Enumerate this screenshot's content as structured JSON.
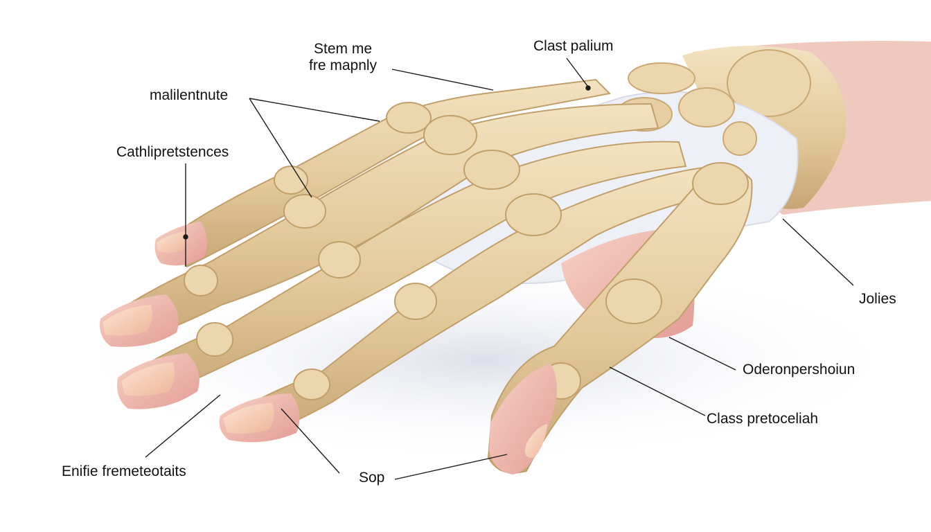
{
  "diagram": {
    "labels": {
      "stem_me": [
        "Stem me",
        "fre mapnly"
      ],
      "clast_palium": "Clast palium",
      "malilentnute": "malilentnute",
      "cathlipretstences": "Cathlipretstences",
      "jolies": "Jolies",
      "oderonpershoiun": "Oderonpershoiun",
      "class_pretoceliah": "Class pretoceliah",
      "enifie": "Enifie fremeteotaits",
      "sop": "Sop"
    },
    "colors": {
      "bone": "#e6cfa4",
      "bone_shade": "#c9a874",
      "skin": "#f0c2b4",
      "nail": "#f5c7a8",
      "cartilage": "#eef0f7",
      "leader_line": "#1a1a1a"
    }
  }
}
